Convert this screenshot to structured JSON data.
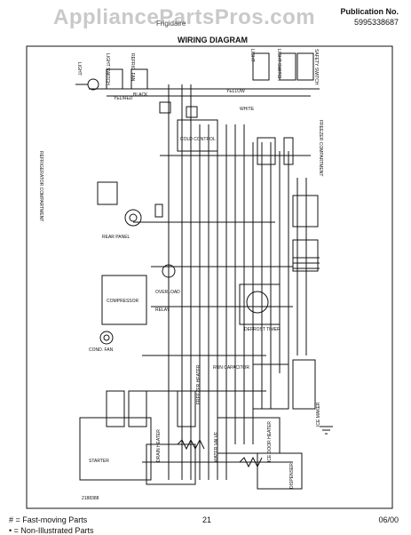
{
  "watermark": "AppliancePartsPros.com",
  "header": {
    "brand": "Frigidaire",
    "publication_label": "Publication No.",
    "publication_number": "5995338687",
    "title": "WIRING DIAGRAM"
  },
  "footer": {
    "legend_fast": "# = Fast-moving Parts",
    "legend_not": "• = Non-Illustrated Parts",
    "page_number": "21",
    "date": "06/00"
  },
  "diagram_labels": {
    "light_l": "LIGHT",
    "light_switch": "LIGHT SWITCH",
    "refrig_fan": "REFRIG. FAN",
    "light_r": "LIGHT",
    "light_switch_r": "LIGHT SWITCH",
    "safety_switch": "SAFETY SWITCH",
    "yellow": "YELLOW",
    "black": "BLACK",
    "white": "WHITE",
    "yel_red": "YEL/RED",
    "cold_control": "COLD CONTROL",
    "freezer_compartment": "FREEZER COMPARTMENT",
    "refrigerator_compartment": "REFRIGERATOR COMPARTMENT",
    "rear_panel": "REAR PANEL",
    "compressor": "COMPRESSOR",
    "cond_fan": "COND. FAN",
    "defrost_timer": "DEFROST TIMER",
    "ice_maker": "ICE MAKER",
    "run_capacitor": "RUN CAPACITOR",
    "overload": "OVERLOAD",
    "relay": "RELAY",
    "freezer_heater": "FREEZER HEATER",
    "water_valve": "WATER VALVE",
    "ice_door_heater": "ICE DOOR HEATER",
    "drain_heater": "DRAIN HEATER",
    "dispenser": "DISPENSER",
    "starter": "STARTER",
    "model": "2188388"
  }
}
